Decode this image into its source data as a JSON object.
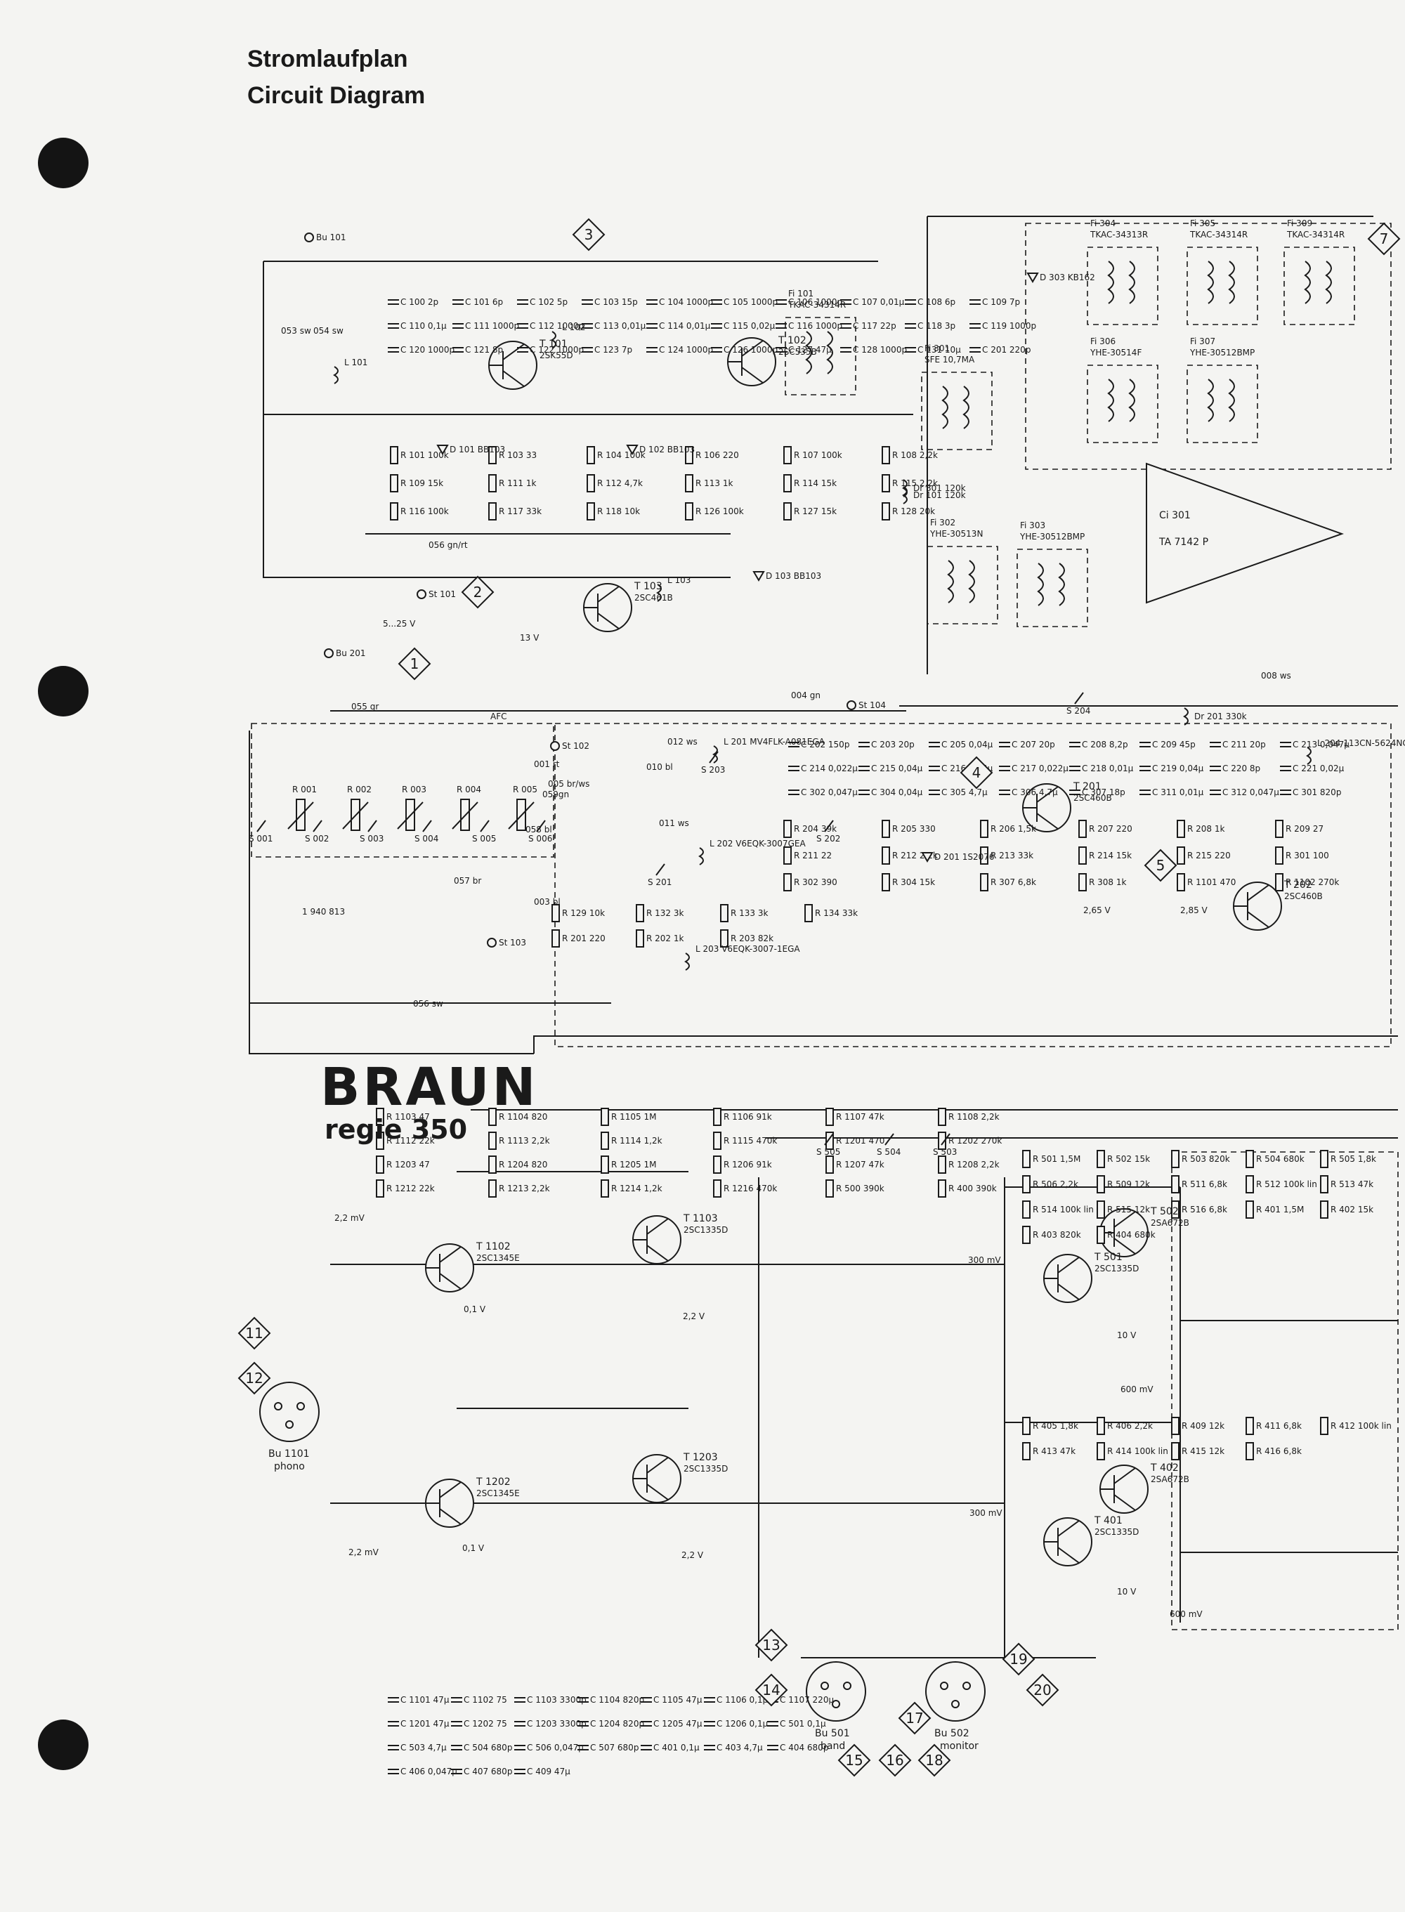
{
  "title": {
    "line1": "Stromlaufplan",
    "line2": "Circuit Diagram"
  },
  "brand": {
    "name": "BRAUN",
    "model": "regie 350"
  },
  "connector_nodes": [
    "1",
    "2",
    "3",
    "4",
    "5",
    "7",
    "11",
    "12",
    "13",
    "14",
    "15",
    "16",
    "17",
    "18",
    "19",
    "20"
  ],
  "transistors": [
    {
      "ref": "T 101",
      "type": "2SK55D"
    },
    {
      "ref": "T 102",
      "type": "2SC535B"
    },
    {
      "ref": "T 103",
      "type": "2SC461B"
    },
    {
      "ref": "T 201",
      "type": "2SC460B"
    },
    {
      "ref": "T 202",
      "type": "2SC460B"
    },
    {
      "ref": "T 1102",
      "type": "2SC1345E"
    },
    {
      "ref": "T 1103",
      "type": "2SC1335D"
    },
    {
      "ref": "T 1202",
      "type": "2SC1345E"
    },
    {
      "ref": "T 1203",
      "type": "2SC1335D"
    },
    {
      "ref": "T 501",
      "type": "2SC1335D"
    },
    {
      "ref": "T 502",
      "type": "2SA672B"
    },
    {
      "ref": "T 401",
      "type": "2SC1335D"
    },
    {
      "ref": "T 402",
      "type": "2SA672B"
    }
  ],
  "ic": {
    "ref": "Ci 301",
    "type": "TA 7142 P"
  },
  "filters": [
    {
      "ref": "Fi 101",
      "type": "TKAC-34314R"
    },
    {
      "ref": "Fi 301",
      "type": "SFE 10,7MA"
    },
    {
      "ref": "Fi 302",
      "type": "YHE-30513N"
    },
    {
      "ref": "Fi 303",
      "type": "YHE-30512BMP"
    },
    {
      "ref": "Fi 304",
      "type": "TKAC-34313R"
    },
    {
      "ref": "Fi 305",
      "type": "TKAC-34314R"
    },
    {
      "ref": "Fi 306",
      "type": "YHE-30514F"
    },
    {
      "ref": "Fi 307",
      "type": "YHE-30512BMP"
    },
    {
      "ref": "Fi 309",
      "type": "TKAC-34314R"
    }
  ],
  "connectors": [
    {
      "ref": "Bu 101",
      "label": ""
    },
    {
      "ref": "Bu 201",
      "label": ""
    },
    {
      "ref": "Bu 1101",
      "label": "phono"
    },
    {
      "ref": "Bu 501",
      "label": "band"
    },
    {
      "ref": "Bu 502",
      "label": "monitor"
    },
    {
      "ref": "St 101",
      "label": ""
    },
    {
      "ref": "St 102",
      "label": ""
    },
    {
      "ref": "St 103",
      "label": ""
    },
    {
      "ref": "St 104",
      "label": ""
    }
  ],
  "wire_labels": [
    "053 sw",
    "054 sw",
    "055 gr",
    "056 sw",
    "056 gn/rt",
    "057 br",
    "058 bl",
    "059gn",
    "001 rt",
    "003 bl",
    "004 gn",
    "008 ws",
    "010 bl",
    "011 ws",
    "012 ws",
    "005 br/ws",
    "AFC",
    "1 940 813"
  ],
  "levels": [
    "2,2 mV",
    "2,2 mV",
    "300 mV",
    "300 mV",
    "600 mV",
    "600 mV",
    "5...25 V",
    "13 V",
    "2,2 V",
    "2,2 V",
    "0,1 V",
    "0,1 V",
    "10 V",
    "10 V",
    "2,65 V",
    "2,85 V"
  ],
  "resistors": [
    "R 101 100k",
    "R 103 33",
    "R 104 100k",
    "R 106 220",
    "R 107 100k",
    "R 108 2,2k",
    "R 109 15k",
    "R 111 1k",
    "R 112 4,7k",
    "R 113 1k",
    "R 114 15k",
    "R 115 2,2k",
    "R 116 100k",
    "R 117 33k",
    "R 118 10k",
    "R 126 100k",
    "R 127 15k",
    "R 128 20k",
    "R 129 10k",
    "R 132 3k",
    "R 133 3k",
    "R 134 33k",
    "R 201 220",
    "R 202 1k",
    "R 203 82k",
    "R 204 39k",
    "R 205 330",
    "R 206 1,5k",
    "R 207 220",
    "R 208 1k",
    "R 209 27",
    "R 211 22",
    "R 212 2,2k",
    "R 213 33k",
    "R 214 15k",
    "R 215 220",
    "R 301 100",
    "R 302 390",
    "R 304 15k",
    "R 307 6,8k",
    "R 308 1k",
    "R 1101 470",
    "R 1102 270k",
    "R 1103 47",
    "R 1104 820",
    "R 1105 1M",
    "R 1106 91k",
    "R 1107 47k",
    "R 1108 2,2k",
    "R 1112 22k",
    "R 1113 2,2k",
    "R 1114 1,2k",
    "R 1115 470k",
    "R 1201 470",
    "R 1202 270k",
    "R 1203 47",
    "R 1204 820",
    "R 1205 1M",
    "R 1206 91k",
    "R 1207 47k",
    "R 1208 2,2k",
    "R 1212 22k",
    "R 1213 2,2k",
    "R 1214 1,2k",
    "R 1216 470k",
    "R 500 390k",
    "R 400 390k",
    "R 501 1,5M",
    "R 502 15k",
    "R 503 820k",
    "R 504 680k",
    "R 505 1,8k",
    "R 506 2,2k",
    "R 509 12k",
    "R 511 6,8k",
    "R 512 100k lin",
    "R 513 47k",
    "R 514 100k lin",
    "R 515 12k",
    "R 516 6,8k",
    "R 401 1,5M",
    "R 402 15k",
    "R 403 820k",
    "R 404 680k",
    "R 405 1,8k",
    "R 406 2,2k",
    "R 409 12k",
    "R 411 6,8k",
    "R 412 100k lin",
    "R 413 47k",
    "R 414 100k lin",
    "R 415 12k",
    "R 416 6,8k"
  ],
  "capacitors": [
    "C 100 2p",
    "C 101 6p",
    "C 102 5p",
    "C 103 15p",
    "C 104 1000p",
    "C 105 1000p",
    "C 106 1000p",
    "C 107 0,01µ",
    "C 108 6p",
    "C 109 7p",
    "C 110 0,1µ",
    "C 111 1000p",
    "C 112 1000p",
    "C 113 0,01µ",
    "C 114 0,01µ",
    "C 115 0,02µ",
    "C 116 1000p",
    "C 117 22p",
    "C 118 3p",
    "C 119 1000p",
    "C 120 1000p",
    "C 121 8p",
    "C 122 1000p",
    "C 123 7p",
    "C 124 1000p",
    "C 126 1000p",
    "C 127 47µ",
    "C 128 1000p",
    "C 131 10µ",
    "C 201 220p",
    "C 202 150p",
    "C 203 20p",
    "C 205 0,04µ",
    "C 207 20p",
    "C 208 8,2p",
    "C 209 45p",
    "C 211 20p",
    "C 213 0,047µ",
    "C 214 0,022µ",
    "C 215 0,04µ",
    "C 216 0,04µ",
    "C 217 0,022µ",
    "C 218 0,01µ",
    "C 219 0,04µ",
    "C 220 8p",
    "C 221 0,02µ",
    "C 302 0,047µ",
    "C 304 0,04µ",
    "C 305 4,7µ",
    "C 306 4,7µ",
    "C 307 18p",
    "C 311 0,01µ",
    "C 312 0,047µ",
    "C 301 820p",
    "C 1101 47µ",
    "C 1102 75",
    "C 1103 3300p",
    "C 1104 820p",
    "C 1105 47µ",
    "C 1106 0,1µ",
    "C 1107 220µ",
    "C 1201 47µ",
    "C 1202 75",
    "C 1203 3300p",
    "C 1204 820p",
    "C 1205 47µ",
    "C 1206 0,1µ",
    "C 501 0,1µ",
    "C 503 4,7µ",
    "C 504 680p",
    "C 506 0,047µ",
    "C 507 680p",
    "C 401 0,1µ",
    "C 403 4,7µ",
    "C 404 680p",
    "C 406 0,047µ",
    "C 407 680p",
    "C 409 47µ"
  ],
  "diodes": [
    "D 101 BB103",
    "D 102 BB103",
    "D 103 BB103",
    "D 201 1S2076",
    "D 303 KB162",
    "Dr 101 120k",
    "Dr 201 330k",
    "Dr 301 120k"
  ],
  "switches": [
    "S 001",
    "S 002",
    "S 003",
    "S 004",
    "S 005",
    "S 006",
    "S 201",
    "S 202",
    "S 203",
    "S 204",
    "S 505",
    "S 504",
    "S 503"
  ],
  "coils": [
    "L 101",
    "L 102",
    "L 103",
    "L 201 MV4FLK-A081EGA",
    "L 202 V6EQK-3007GEA",
    "L 203 V6EQK-3007-1EGA",
    "L 204 113CN-5624NC"
  ],
  "presets": [
    "R 001",
    "R 002",
    "R 003",
    "R 004",
    "R 005"
  ]
}
